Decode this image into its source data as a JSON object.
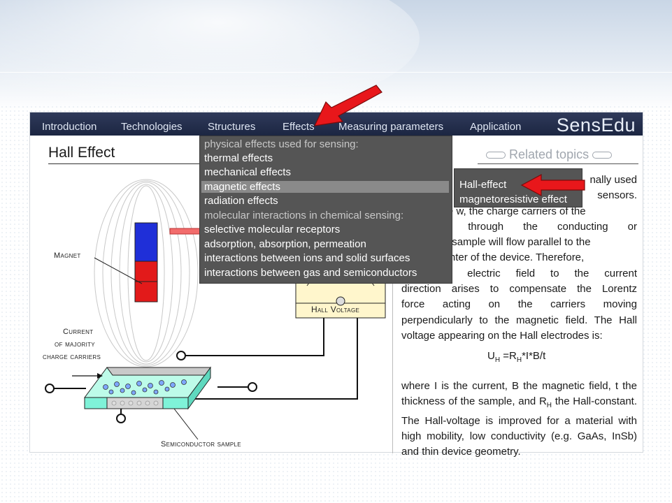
{
  "nav": {
    "items": [
      "Introduction",
      "Technologies",
      "Structures",
      "Effects",
      "Measuring parameters",
      "Application"
    ],
    "brand": "SensEdu"
  },
  "page": {
    "title": "Hall Effect",
    "related_topics": "Related topics"
  },
  "effects_menu": {
    "items": [
      {
        "label": "physical effects used for sensing:",
        "type": "group"
      },
      {
        "label": "thermal effects",
        "type": "item"
      },
      {
        "label": "mechanical effects",
        "type": "item"
      },
      {
        "label": "magnetic effects",
        "type": "item",
        "highlighted": true
      },
      {
        "label": "radiation effects",
        "type": "item"
      },
      {
        "label": "molecular interactions in chemical sensing:",
        "type": "group"
      },
      {
        "label": "selective molecular receptors",
        "type": "item"
      },
      {
        "label": "adsorption, absorption, permeation",
        "type": "item"
      },
      {
        "label": "interactions between ions and solid surfaces",
        "type": "item"
      },
      {
        "label": "interactions between gas and semiconductors",
        "type": "item"
      }
    ]
  },
  "magnetic_submenu": {
    "items": [
      "Hall-effect",
      "magnetoresistive effect"
    ]
  },
  "diagram": {
    "magnet": "Magnet",
    "current_1": "Current",
    "current_2": "of majority",
    "current_3": "charge carriers",
    "hall_voltage": "Hall Voltage",
    "semiconductor": "Semiconductor sample"
  },
  "article": {
    "lines": [
      "nally used",
      "sensors.",
      "that I ~ w, the charge carriers of the",
      "urrent through the conducting or",
      "ucting sample will flow parallel to the",
      "the center of the device. Therefore,",
      "dicular electric field to the current",
      "direction arises to compensate the Lorentz",
      "force acting on the carriers moving",
      "perpendicularly to the magnetic field. The Hall",
      "voltage appearing on the Hall electrodes is:"
    ],
    "formula_u": "U",
    "formula_sub_h": "H",
    "formula_eq": " =R",
    "formula_rest": "*I*B/t",
    "para2_a": "where I is the current, B the magnetic field, t the thickness of the sample, and R",
    "para2_b": " the Hall-constant. The Hall-voltage is improved for a material with high mobility, low conductivity (e.g. GaAs, InSb) and thin device geometry."
  },
  "colors": {
    "nav_bg": "#1c2642",
    "menu_bg": "#555555",
    "menu_highlight": "#8a8a8a",
    "arrow_red": "#e8171b",
    "magnet_blue": "#1f2fd8",
    "magnet_red": "#e21a1a",
    "sample_teal": "#7ff2d8"
  }
}
